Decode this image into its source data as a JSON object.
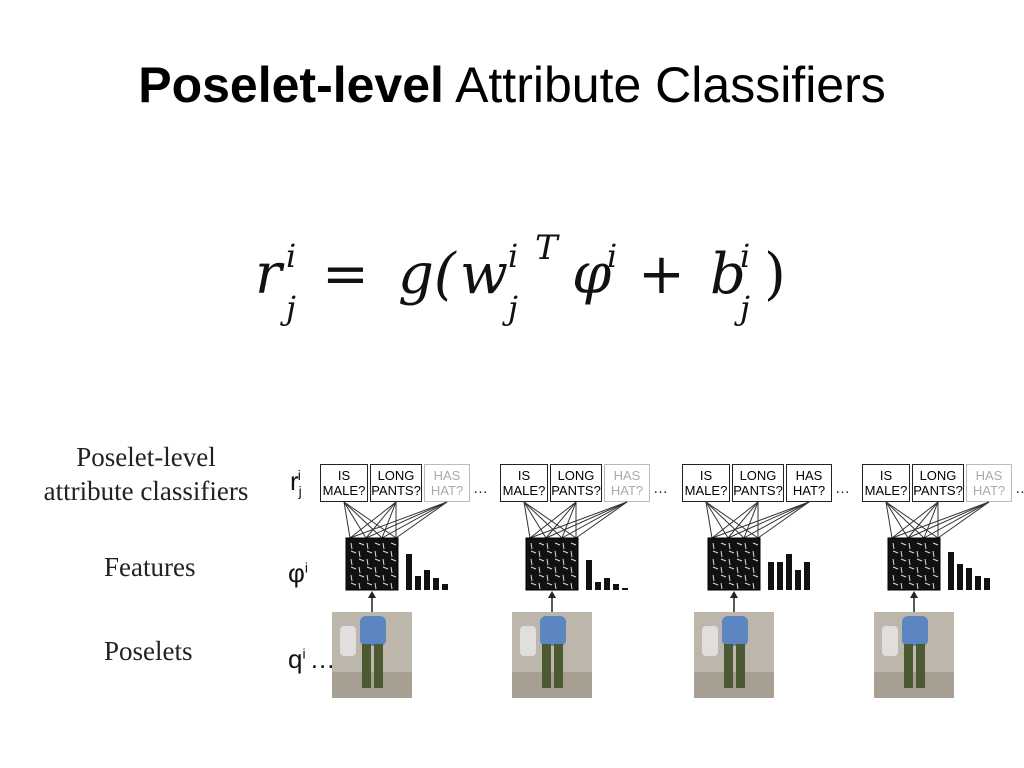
{
  "slide": {
    "title_bold": "Poselet-level",
    "title_rest": " Attribute Classifiers"
  },
  "formula": {
    "lhs_base": "r",
    "lhs_sup": "i",
    "lhs_sub": "j",
    "eq": "=",
    "g": "g(",
    "w": "w",
    "w_sup": "i",
    "w_sub": "j",
    "T": "T",
    "phi": "φ",
    "phi_sup": "i",
    "plus": "+",
    "b": "b",
    "b_sup": "i",
    "b_sub": "j",
    "close": ")"
  },
  "figure": {
    "row_labels": {
      "classifiers_line1": "Poselet-level",
      "classifiers_line2": "attribute classifiers",
      "features": "Features",
      "poselets": "Poselets"
    },
    "symbols": {
      "r": "r",
      "r_sub": "j",
      "r_sup": "i",
      "phi": "φ",
      "phi_sup": "i",
      "q": "q",
      "q_sup": "i",
      "ellipsis": "…"
    },
    "attributes": [
      {
        "line1": "IS",
        "line2": "MALE?"
      },
      {
        "line1": "LONG",
        "line2": "PANTS?"
      },
      {
        "line1": "HAS",
        "line2": "HAT?"
      }
    ],
    "ellipsis": "…",
    "panels": [
      {
        "hat_faded": true,
        "bars": [
          36,
          14,
          20,
          12,
          6
        ]
      },
      {
        "hat_faded": true,
        "bars": [
          30,
          8,
          12,
          6,
          2
        ]
      },
      {
        "hat_faded": false,
        "bars": [
          28,
          28,
          36,
          20,
          28
        ]
      },
      {
        "hat_faded": true,
        "bars": [
          38,
          26,
          22,
          14,
          12
        ]
      }
    ]
  }
}
